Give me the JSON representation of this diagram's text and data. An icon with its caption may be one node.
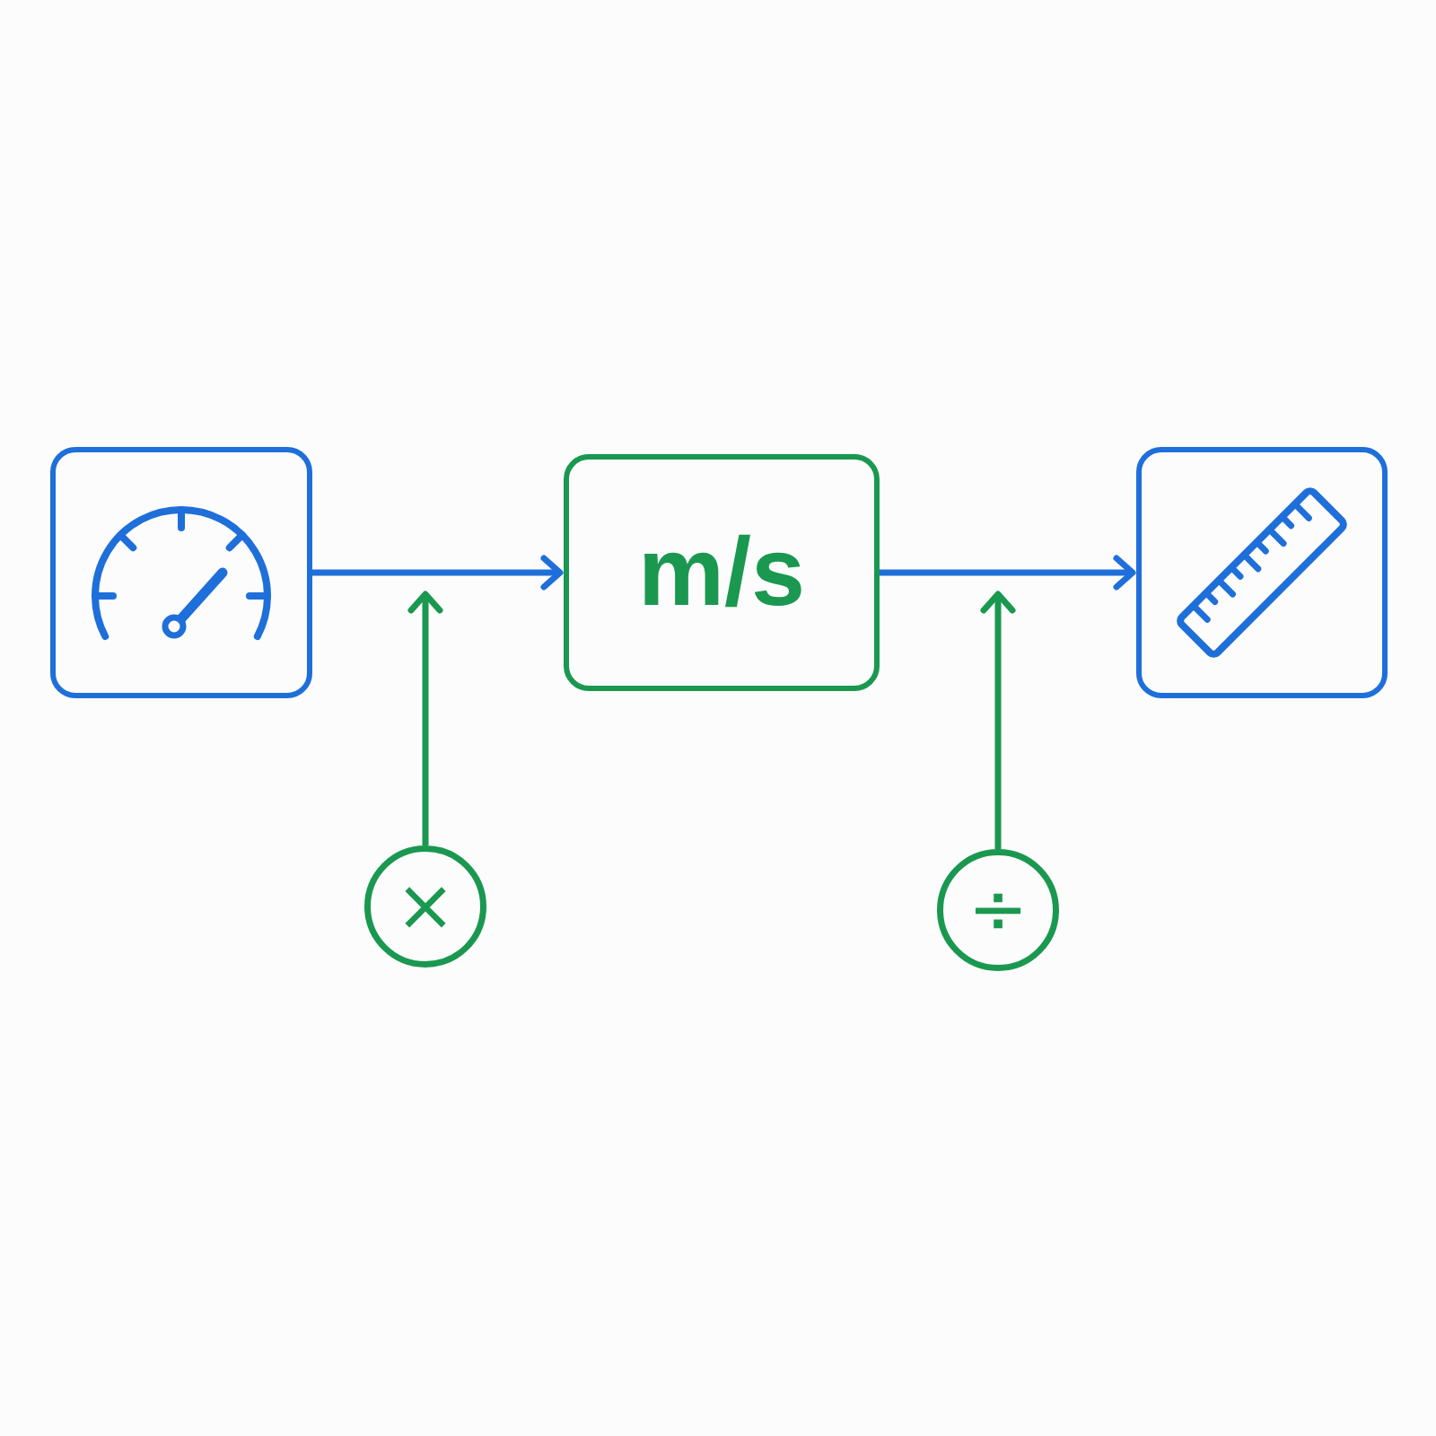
{
  "diagram": {
    "nodes": [
      {
        "text": [],
        "shape": "picture"
      },
      {
        "text": [
          "m/s"
        ]
      },
      {
        "text": [],
        "shape": "picture"
      },
      {
        "text": [
          "×"
        ]
      },
      {
        "text": [
          "÷"
        ]
      }
    ],
    "edges": [
      {
        "from": 0,
        "to": 1,
        "arrow": "to",
        "color": "#1e6fd9"
      },
      {
        "from": 1,
        "to": 2,
        "arrow": "to",
        "color": "#1e6fd9"
      },
      {
        "from": 3,
        "to": null,
        "arrow": "to",
        "color": "#1a9850"
      },
      {
        "from": 4,
        "to": null,
        "arrow": "to",
        "color": "#1a9850"
      }
    ]
  }
}
